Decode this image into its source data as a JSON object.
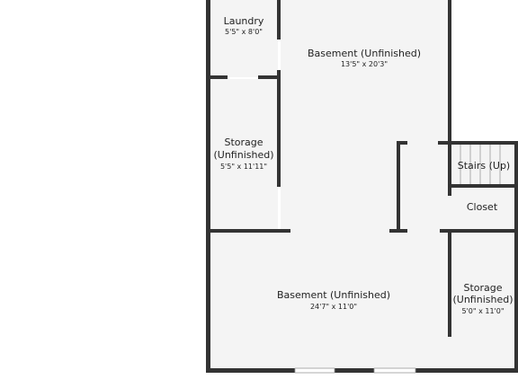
{
  "floorplan": {
    "colors": {
      "wall": "#333333",
      "floor": "#f4f4f4",
      "background": "#ffffff",
      "text": "#222222"
    },
    "rooms": {
      "laundry": {
        "name": "Laundry",
        "dims": "5'5\" x 8'0\""
      },
      "basement_upper": {
        "name": "Basement (Unfinished)",
        "dims": "13'5\" x 20'3\""
      },
      "storage_left": {
        "name_line1": "Storage",
        "name_line2": "(Unfinished)",
        "dims": "5'5\" x 11'11\""
      },
      "stairs": {
        "name": "Stairs (Up)"
      },
      "closet": {
        "name": "Closet"
      },
      "basement_lower": {
        "name": "Basement (Unfinished)",
        "dims": "24'7\" x 11'0\""
      },
      "storage_right": {
        "name_line1": "Storage",
        "name_line2": "(Unfinished)",
        "dims": "5'0\" x 11'0\""
      }
    }
  }
}
